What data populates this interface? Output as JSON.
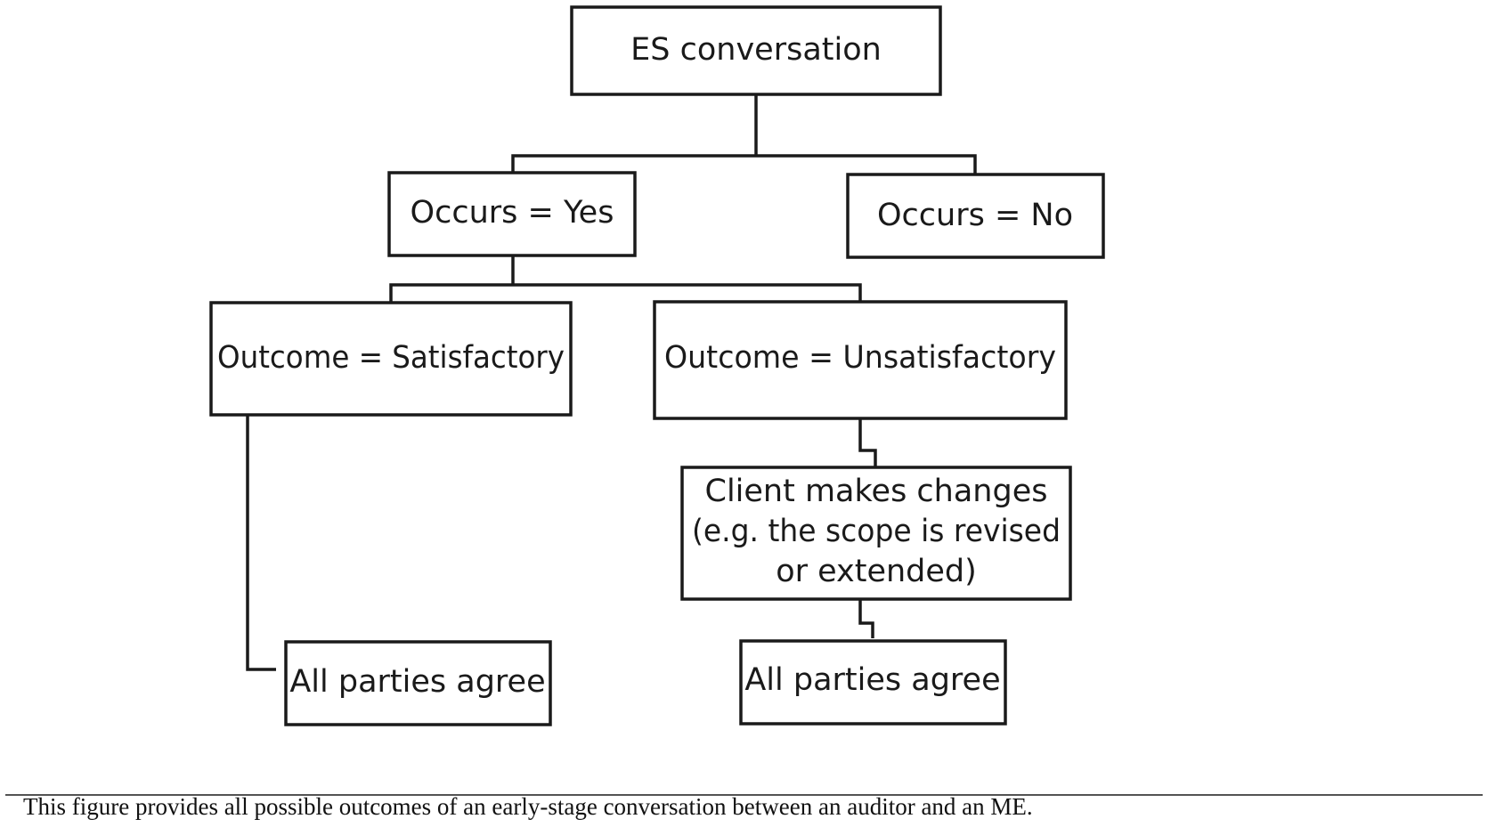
{
  "nodes": {
    "root": {
      "label": "ES conversation"
    },
    "occurs_yes": {
      "label": "Occurs = Yes"
    },
    "occurs_no": {
      "label": "Occurs = No"
    },
    "outcome_satisfactory": {
      "label": "Outcome = Satisfactory"
    },
    "outcome_unsatisfactory": {
      "label": "Outcome = Unsatisfactory"
    },
    "client_changes": {
      "lines": [
        "Client makes changes",
        "(e.g. the scope is revised",
        "or extended)"
      ]
    },
    "agree_left": {
      "label": "All parties agree"
    },
    "agree_right": {
      "label": "All parties agree"
    }
  },
  "caption": "This figure provides all possible outcomes of an early-stage conversation between an auditor and an ME."
}
